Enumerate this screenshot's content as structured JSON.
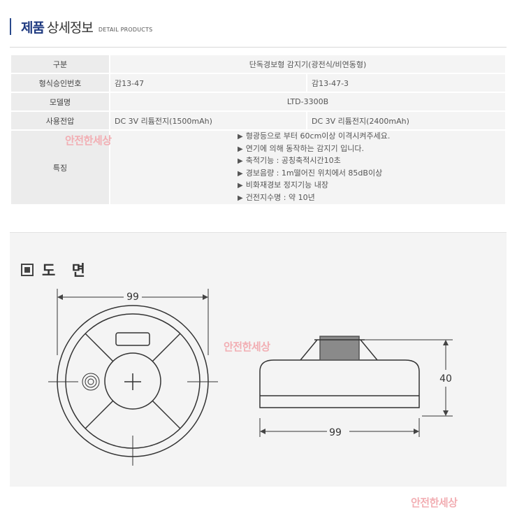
{
  "header": {
    "title_bold": "제품",
    "title_reg": "상세정보",
    "subtitle": "DETAIL PRODUCTS"
  },
  "spec": {
    "category": {
      "label": "구분",
      "value": "단독경보형 감지기(광전식/비연동형)"
    },
    "approval": {
      "label": "형식승인번호",
      "value1": "감13-47",
      "value2": "감13-47-3"
    },
    "model": {
      "label": "모델명",
      "value": "LTD-3300B"
    },
    "power": {
      "label": "사용전압",
      "value1": "DC 3V 리튬전지(1500mAh)",
      "value2": "DC 3V 리튬전지(2400mAh)"
    },
    "features": {
      "label": "특징",
      "items": [
        "형광등으로 부터 60cm이상 이격시켜주세요.",
        "연기에 의해 동작하는 감지기 입니다.",
        "축적기능 : 공칭축적시간10초",
        "경보음량 : 1m떨어진 위치에서 85dB이상",
        "비화재경보 정지기능 내장",
        "건전지수명 : 약 10년"
      ]
    }
  },
  "watermark": "안전한세상",
  "drawing": {
    "title": "도 면",
    "dim_top_width": "99",
    "dim_side_width": "99",
    "dim_side_height": "40"
  }
}
